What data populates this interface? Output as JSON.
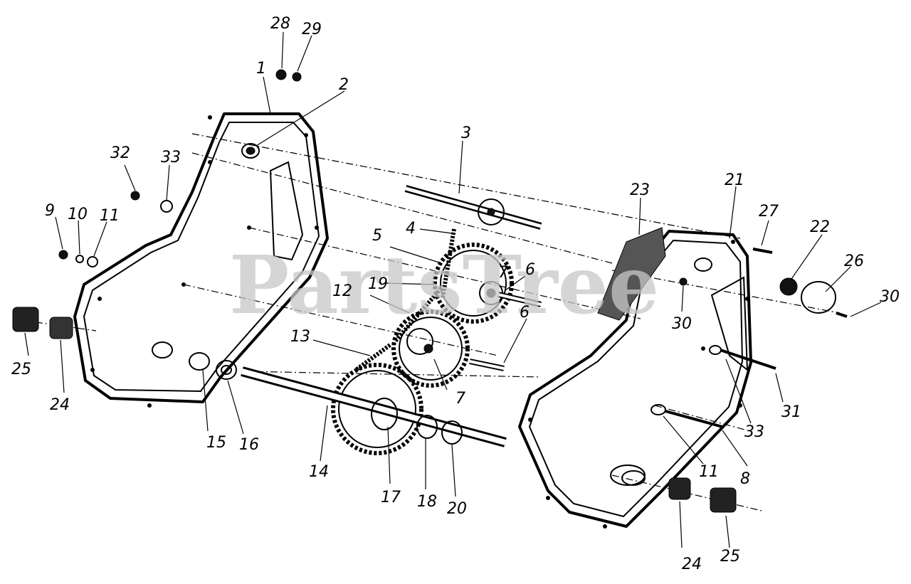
{
  "watermark": "PartsTree",
  "callouts": {
    "c1": "1",
    "c2": "2",
    "c3": "3",
    "c4": "4",
    "c5": "5",
    "c6a": "6",
    "c6b": "6",
    "c7a": "7",
    "c7b": "7",
    "c8": "8",
    "c9": "9",
    "c10": "10",
    "c11a": "11",
    "c11b": "11",
    "c12": "12",
    "c13": "13",
    "c14": "14",
    "c15": "15",
    "c16": "16",
    "c17": "17",
    "c18": "18",
    "c19": "19",
    "c20": "20",
    "c21": "21",
    "c22": "22",
    "c23": "23",
    "c24a": "24",
    "c24b": "24",
    "c25a": "25",
    "c25b": "25",
    "c26": "26",
    "c27": "27",
    "c28": "28",
    "c29": "29",
    "c30a": "30",
    "c30b": "30",
    "c31": "31",
    "c32": "32",
    "c33a": "33",
    "c33b": "33"
  }
}
